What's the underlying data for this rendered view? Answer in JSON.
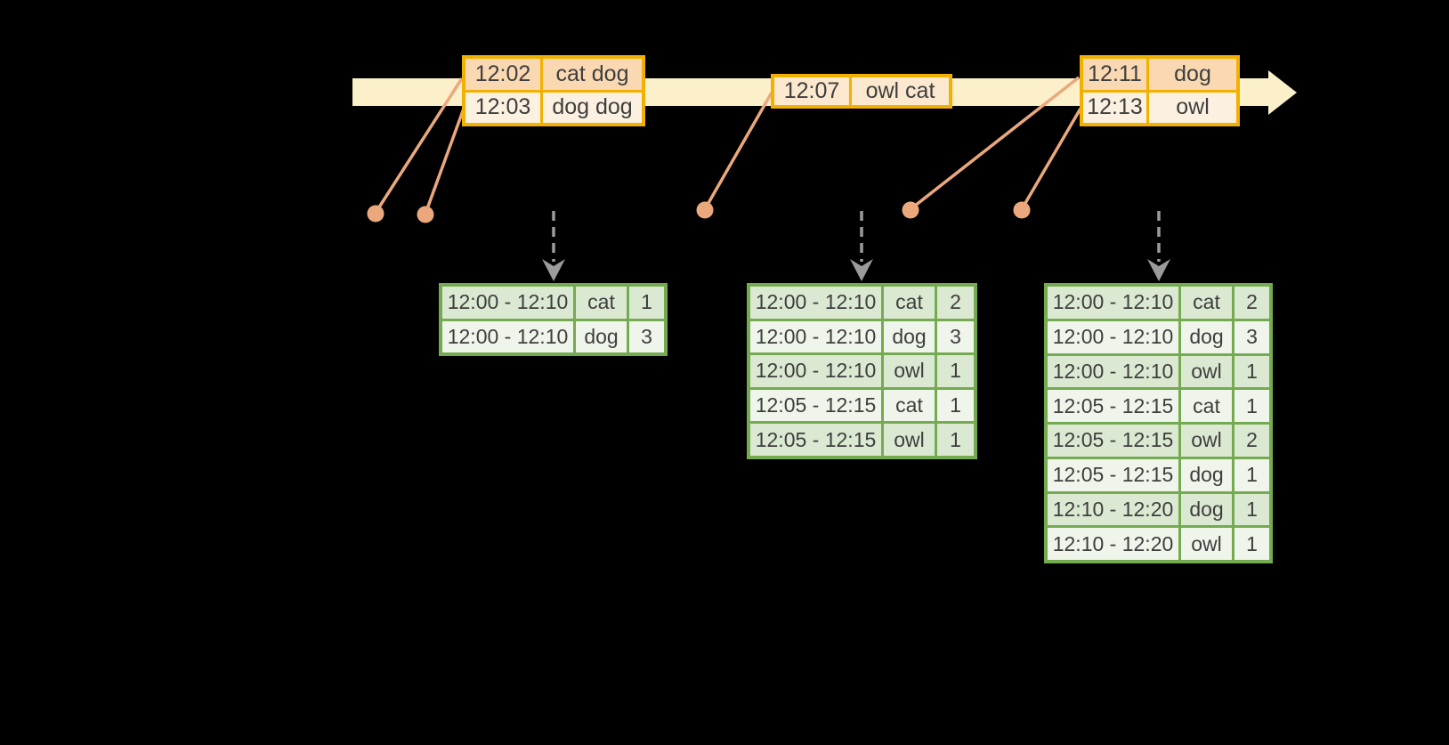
{
  "colors": {
    "background": "#000000",
    "timeline_fill": "#FBF0CA",
    "event_table_border": "#F1B100",
    "event_row_dark": "#FAD9B2",
    "event_row_light": "#FCF1E0",
    "event_row_single": "#FBE8CE",
    "dot_and_connector": "#ECA87D",
    "trigger_arrow_gray": "#9B9B9B",
    "result_table_border": "#74AB51",
    "result_row_dark": "#DCE9D2",
    "result_row_light": "#F0F5EB",
    "text": "#3E3E3E"
  },
  "event_tables": [
    {
      "rows": [
        {
          "time": "12:02",
          "words": "cat dog"
        },
        {
          "time": "12:03",
          "words": "dog dog"
        }
      ]
    },
    {
      "rows": [
        {
          "time": "12:07",
          "words": "owl cat"
        }
      ]
    },
    {
      "rows": [
        {
          "time": "12:11",
          "words": "dog"
        },
        {
          "time": "12:13",
          "words": "owl"
        }
      ]
    }
  ],
  "result_tables": [
    {
      "rows": [
        {
          "window": "12:00 - 12:10",
          "word": "cat",
          "count": "1"
        },
        {
          "window": "12:00 - 12:10",
          "word": "dog",
          "count": "3"
        }
      ]
    },
    {
      "rows": [
        {
          "window": "12:00 - 12:10",
          "word": "cat",
          "count": "2"
        },
        {
          "window": "12:00 - 12:10",
          "word": "dog",
          "count": "3"
        },
        {
          "window": "12:00 - 12:10",
          "word": "owl",
          "count": "1"
        },
        {
          "window": "12:05 - 12:15",
          "word": "cat",
          "count": "1"
        },
        {
          "window": "12:05 - 12:15",
          "word": "owl",
          "count": "1"
        }
      ]
    },
    {
      "rows": [
        {
          "window": "12:00 - 12:10",
          "word": "cat",
          "count": "2"
        },
        {
          "window": "12:00 - 12:10",
          "word": "dog",
          "count": "3"
        },
        {
          "window": "12:00 - 12:10",
          "word": "owl",
          "count": "1"
        },
        {
          "window": "12:05 - 12:15",
          "word": "cat",
          "count": "1"
        },
        {
          "window": "12:05 - 12:15",
          "word": "owl",
          "count": "2"
        },
        {
          "window": "12:05 - 12:15",
          "word": "dog",
          "count": "1"
        },
        {
          "window": "12:10 - 12:20",
          "word": "dog",
          "count": "1"
        },
        {
          "window": "12:10 - 12:20",
          "word": "owl",
          "count": "1"
        }
      ]
    }
  ]
}
